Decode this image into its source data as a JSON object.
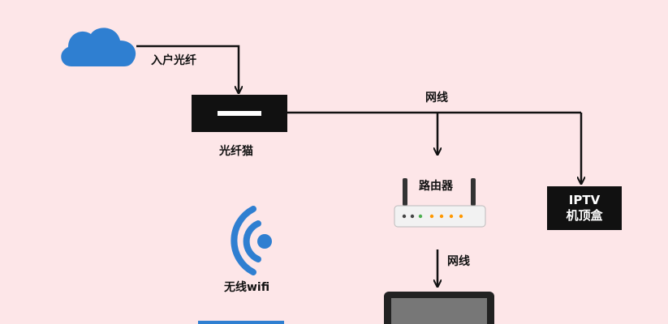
{
  "labels": {
    "fiber_in": "入户光纤",
    "modem": "光纤猫",
    "ethernet_top": "网线",
    "router": "路由器",
    "ethernet_bottom": "网线",
    "wifi": "无线wifi",
    "iptv_line1": "IPTV",
    "iptv_line2": "机顶盒"
  },
  "colors": {
    "background": "#fde6e8",
    "cloud": "#2f7fd1",
    "wifi": "#2f7fd1",
    "line": "#111111",
    "box": "#111111"
  },
  "icons": {
    "cloud": "cloud-icon",
    "wifi": "wifi-icon",
    "router": "router-icon",
    "modem": "modem-icon",
    "monitor": "monitor-icon"
  }
}
